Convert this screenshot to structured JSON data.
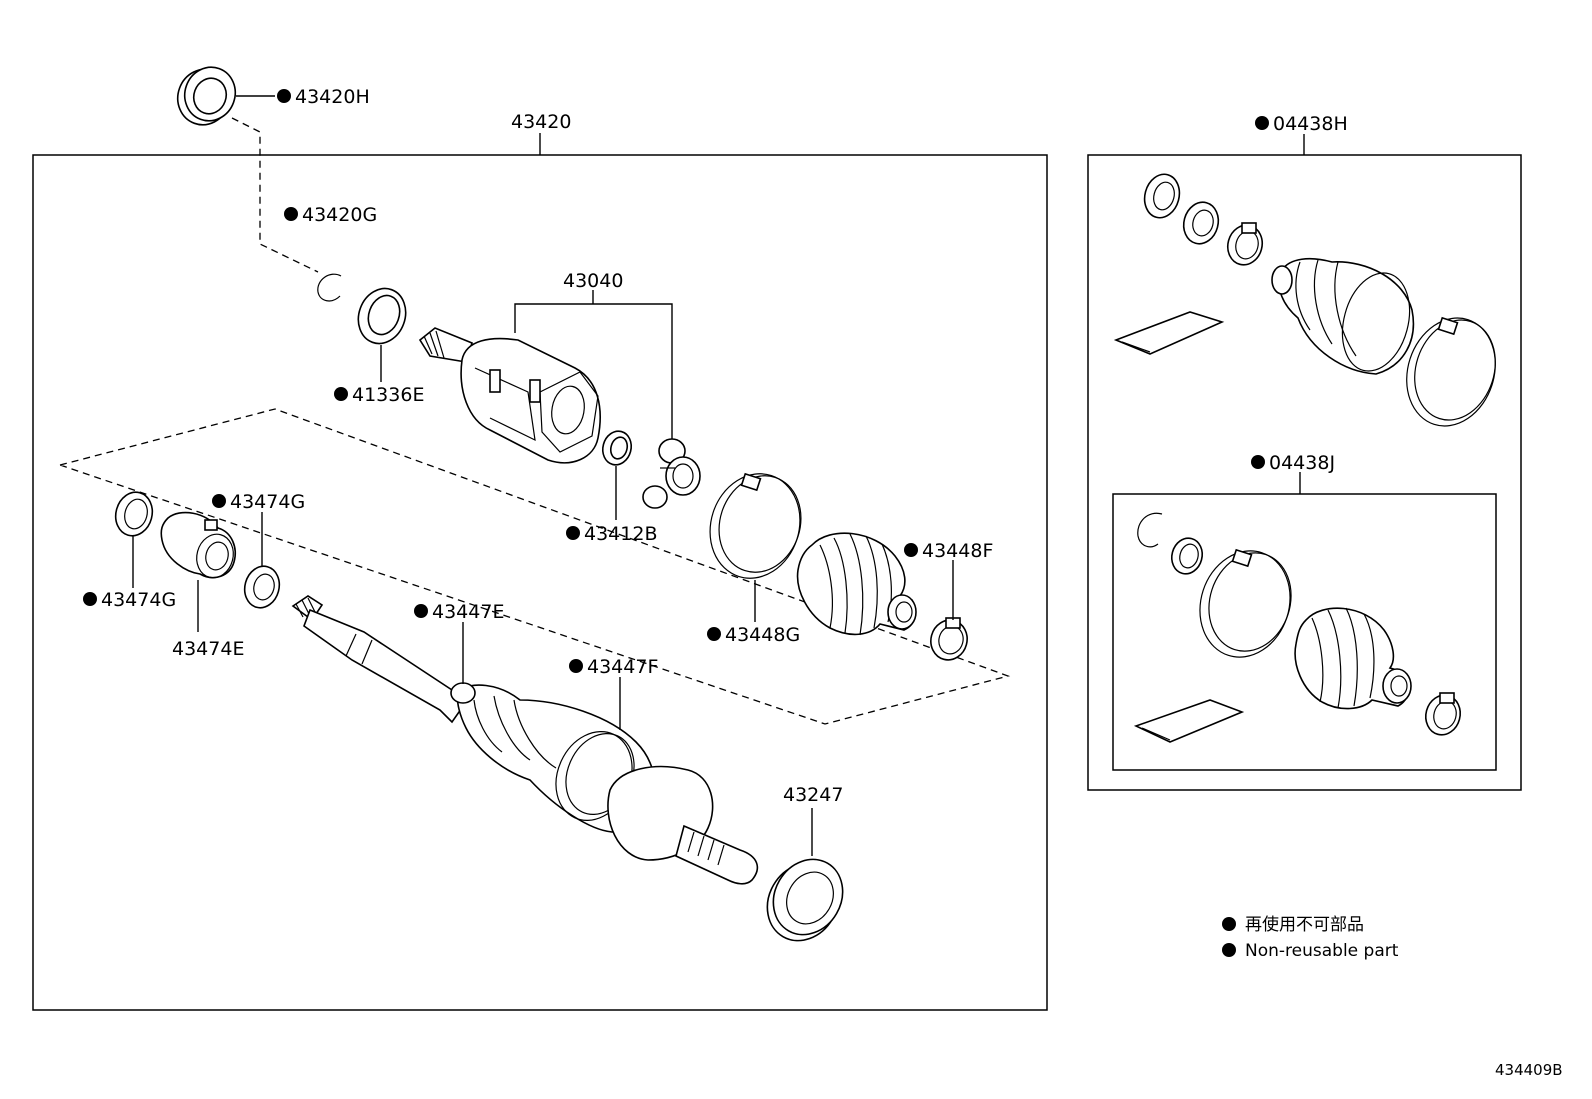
{
  "callouts": {
    "c_43420H": "43420H",
    "c_43420": "43420",
    "c_43420G": "43420G",
    "c_43040": "43040",
    "c_41336E": "41336E",
    "c_43474G_top": "43474G",
    "c_43474G_left": "43474G",
    "c_43474E": "43474E",
    "c_43412B": "43412B",
    "c_43448F": "43448F",
    "c_43447E": "43447E",
    "c_43448G": "43448G",
    "c_43447F": "43447F",
    "c_43247": "43247",
    "c_04438H": "04438H",
    "c_04438J": "04438J"
  },
  "legend": {
    "line1": "再使用不可部品",
    "line2": "Non-reusable part"
  },
  "figure_number": "434409B"
}
